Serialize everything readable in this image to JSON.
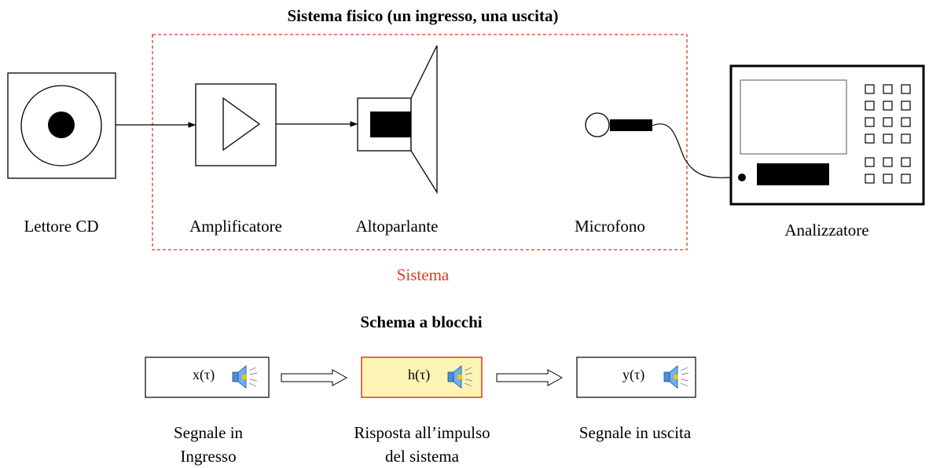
{
  "header": {
    "title": "Sistema fisico (un ingresso, una uscita)"
  },
  "system_box": {
    "label": "Sistema",
    "color": "#e03a1e"
  },
  "devices": {
    "cd_player": "Lettore CD",
    "amplifier": "Amplificatore",
    "speaker": "Altoparlante",
    "microphone": "Microfono",
    "analyzer": "Analizzatore"
  },
  "block_diagram": {
    "title": "Schema a blocchi",
    "input": {
      "signal": "x(τ)",
      "caption_line1": "Segnale in",
      "caption_line2": "Ingresso"
    },
    "system": {
      "signal": "h(τ)",
      "caption_line1": "Risposta all’impulso",
      "caption_line2": "del sistema",
      "fill": "#fbf4b4",
      "border": "#e03a1e"
    },
    "output": {
      "signal": "y(τ)",
      "caption_line1": "Segnale in uscita"
    }
  }
}
